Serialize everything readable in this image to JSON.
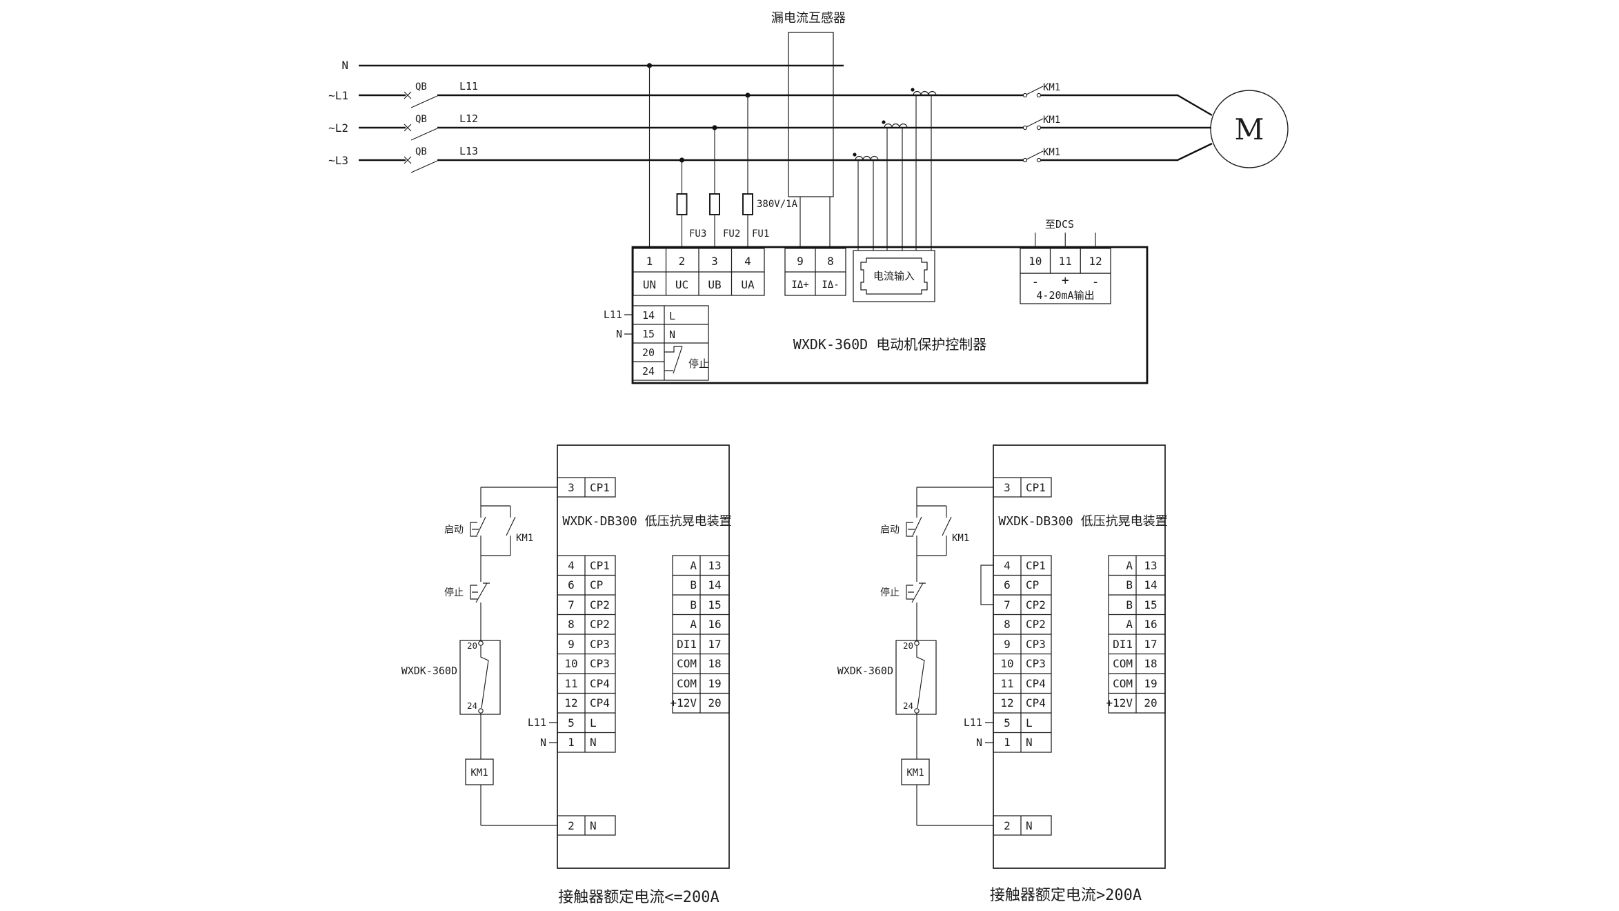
{
  "top": {
    "ct_label": "漏电流互感器",
    "bus": [
      {
        "label": "N"
      },
      {
        "label": "~L1",
        "qb": "QB",
        "wire": "L11",
        "km": "KM1"
      },
      {
        "label": "~L2",
        "qb": "QB",
        "wire": "L12",
        "km": "KM1"
      },
      {
        "label": "~L3",
        "qb": "QB",
        "wire": "L13",
        "km": "KM1"
      }
    ],
    "motor": "M",
    "fuses": {
      "f3": "FU3",
      "f2": "FU2",
      "f1": "FU1",
      "rating": "380V/1A"
    },
    "t14": [
      [
        "1",
        "UN"
      ],
      [
        "2",
        "UC"
      ],
      [
        "3",
        "UB"
      ],
      [
        "4",
        "UA"
      ]
    ],
    "t98": [
      [
        "9",
        "IΔ+"
      ],
      [
        "8",
        "IΔ-"
      ]
    ],
    "current_input": "电流输入",
    "dcs": "至DCS",
    "out": {
      "nums": [
        "10",
        "11",
        "12"
      ],
      "signs": [
        "-",
        "+",
        "-"
      ],
      "label": "4-20mA输出"
    },
    "tl": {
      "rows": [
        "14",
        "15",
        "20",
        "24"
      ],
      "labels": [
        "L",
        "N"
      ],
      "ext": [
        "L11",
        "N"
      ],
      "stop": "停止"
    },
    "title": "WXDK-360D 电动机保护控制器"
  },
  "sub": [
    {
      "title": "WXDK-DB300 低压抗晃电装置",
      "t3": [
        "3",
        "CP1"
      ],
      "left": [
        [
          "4",
          "CP1"
        ],
        [
          "6",
          "CP"
        ],
        [
          "7",
          "CP2"
        ],
        [
          "8",
          "CP2"
        ],
        [
          "9",
          "CP3"
        ],
        [
          "10",
          "CP3"
        ],
        [
          "11",
          "CP4"
        ],
        [
          "12",
          "CP4"
        ],
        [
          "5",
          "L"
        ],
        [
          "1",
          "N"
        ]
      ],
      "ext": [
        "L11",
        "N"
      ],
      "right": [
        [
          "A",
          "13"
        ],
        [
          "B",
          "14"
        ],
        [
          "B",
          "15"
        ],
        [
          "A",
          "16"
        ],
        [
          "DI1",
          "17"
        ],
        [
          "COM",
          "18"
        ],
        [
          "COM",
          "19"
        ],
        [
          "+12V",
          "20"
        ]
      ],
      "t2": [
        "2",
        "N"
      ],
      "start": "启动",
      "stop": "停止",
      "km": "KM1",
      "coil": "KM1",
      "relay": "WXDK-360D",
      "c20": "20",
      "c24": "24",
      "caption": "接触器额定电流<=200A"
    },
    {
      "title": "WXDK-DB300 低压抗晃电装置",
      "t3": [
        "3",
        "CP1"
      ],
      "left": [
        [
          "4",
          "CP1"
        ],
        [
          "6",
          "CP"
        ],
        [
          "7",
          "CP2"
        ],
        [
          "8",
          "CP2"
        ],
        [
          "9",
          "CP3"
        ],
        [
          "10",
          "CP3"
        ],
        [
          "11",
          "CP4"
        ],
        [
          "12",
          "CP4"
        ],
        [
          "5",
          "L"
        ],
        [
          "1",
          "N"
        ]
      ],
      "ext": [
        "L11",
        "N"
      ],
      "right": [
        [
          "A",
          "13"
        ],
        [
          "B",
          "14"
        ],
        [
          "B",
          "15"
        ],
        [
          "A",
          "16"
        ],
        [
          "DI1",
          "17"
        ],
        [
          "COM",
          "18"
        ],
        [
          "COM",
          "19"
        ],
        [
          "+12V",
          "20"
        ]
      ],
      "t2": [
        "2",
        "N"
      ],
      "start": "启动",
      "stop": "停止",
      "km": "KM1",
      "coil": "KM1",
      "relay": "WXDK-360D",
      "c20": "20",
      "c24": "24",
      "caption": "接触器额定电流>200A"
    }
  ]
}
